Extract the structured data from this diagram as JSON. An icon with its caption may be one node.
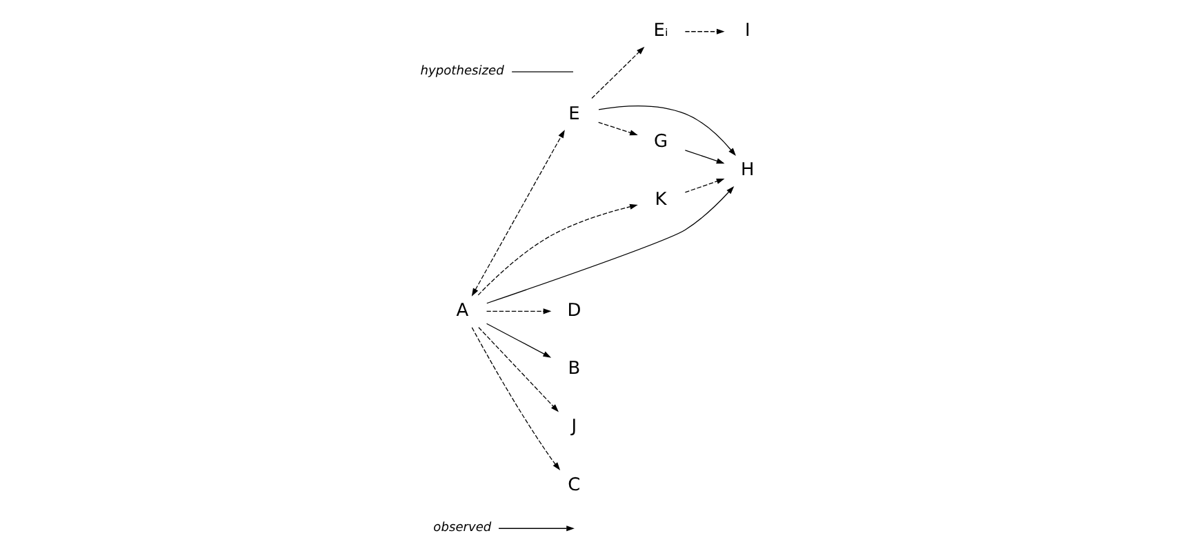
{
  "diagram": {
    "nodes": [
      {
        "text": [
          "observed"
        ]
      },
      {
        "text": [
          "G"
        ]
      },
      {
        "text": [
          "E"
        ]
      },
      {
        "text": [
          "Eᵢ"
        ]
      },
      {
        "text": [
          "I"
        ]
      },
      {
        "text": [
          "K"
        ]
      },
      {
        "text": [
          "H"
        ]
      },
      {
        "text": [
          "D"
        ]
      },
      {
        "text": [
          "A"
        ]
      },
      {
        "text": [
          "B"
        ]
      },
      {
        "text": [
          "J"
        ]
      },
      {
        "text": [
          "C"
        ]
      },
      {
        "text": [
          "hypothesized"
        ]
      }
    ],
    "edges": [
      {
        "from": 0,
        "to": null,
        "arrow": "to"
      },
      {
        "from": 1,
        "to": 6,
        "arrow": "to"
      },
      {
        "from": 2,
        "to": 6,
        "arrow": "to"
      },
      {
        "from": 2,
        "to": 1,
        "arrow": "to",
        "style": "dashed"
      },
      {
        "from": 2,
        "to": 3,
        "arrow": "to",
        "style": "dashed"
      },
      {
        "from": 3,
        "to": 4,
        "arrow": "to",
        "style": "dashed"
      },
      {
        "from": 8,
        "to": 5,
        "arrow": "to",
        "style": "dashed"
      },
      {
        "from": 5,
        "to": 6,
        "arrow": "to",
        "style": "dashed"
      },
      {
        "from": 8,
        "to": 6,
        "arrow": "to"
      },
      {
        "from": 8,
        "to": 9,
        "arrow": "to"
      },
      {
        "from": 8,
        "to": 7,
        "arrow": "to",
        "style": "dashed"
      },
      {
        "from": 8,
        "to": 10,
        "arrow": "to",
        "style": "dashed"
      },
      {
        "from": 8,
        "to": 11,
        "arrow": "to",
        "style": "dashed"
      },
      {
        "from": 8,
        "to": 2,
        "arrow": "both",
        "style": "dashed"
      },
      {
        "from": 12,
        "to": null,
        "arrow": "none"
      }
    ]
  }
}
